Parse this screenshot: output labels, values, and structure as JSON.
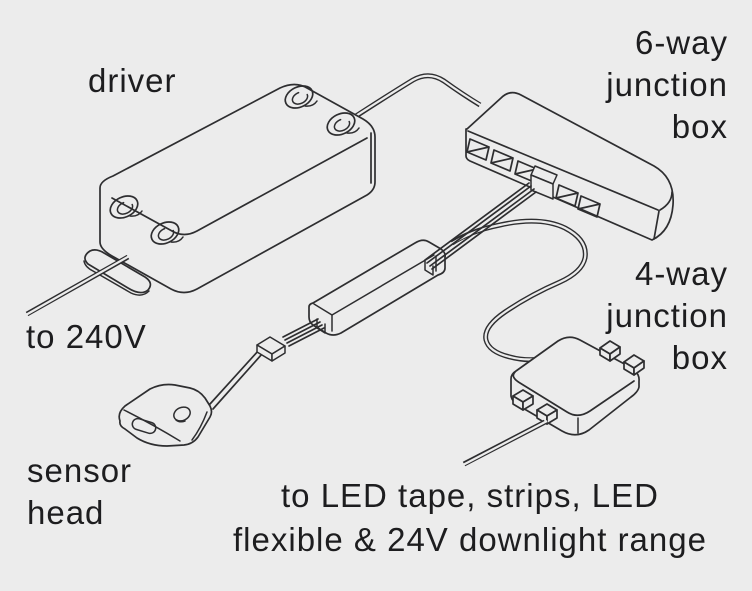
{
  "colors": {
    "background": "#ececec",
    "line": "#2e2e30",
    "text": "#1d1d1f"
  },
  "labels": {
    "driver": "driver",
    "mains": "to 240V",
    "sensor": {
      "line1": "sensor",
      "line2": "head"
    },
    "junction6": {
      "line1": "6-way",
      "line2": "junction",
      "line3": "box"
    },
    "junction4": {
      "line1": "4-way",
      "line2": "junction",
      "line3": "box"
    },
    "output": {
      "line1": "to LED tape, strips, LED",
      "line2": "flexible & 24V downlight range"
    }
  },
  "parts": [
    "driver",
    "6-way junction box",
    "4-way junction box",
    "inline receiver module",
    "sensor head",
    "mains cable",
    "driver to junction cable",
    "ribbon cable",
    "junction link cable",
    "output cable"
  ]
}
